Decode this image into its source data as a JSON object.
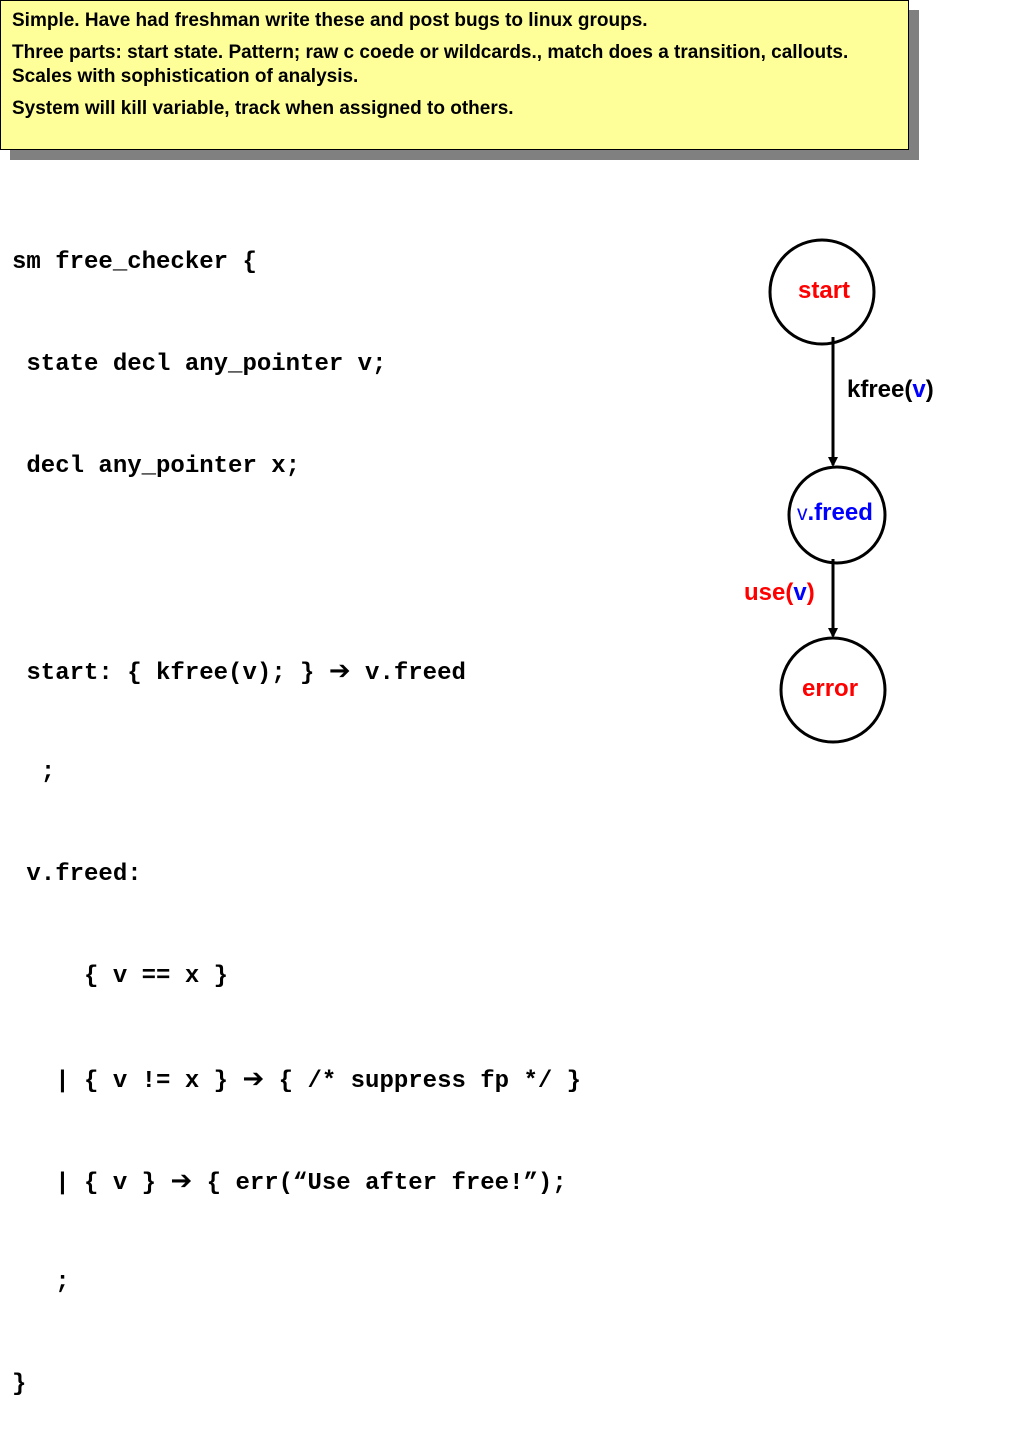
{
  "note": {
    "lines": [
      "Simple.  Have had freshman write these and post bugs to linux groups.",
      "Three parts: start state.  Pattern; raw c coede or wildcards., match does a transition, callouts.   Scales with sophistication of analysis.",
      "System will kill variable, track when assigned to others."
    ]
  },
  "code": {
    "line1": "sm free_checker {",
    "line2": " state decl any_pointer v;",
    "line3": " decl any_pointer x;",
    "line4_pre": " start: { kfree(v); } ",
    "line4_post": " v.freed",
    "line5": "  ;",
    "line6": " v.freed:",
    "line7": "     { v == x }",
    "line8_pre": "   | { v != x } ",
    "line8_post": " { /* suppress fp */ }",
    "line9_pre": "   | { v } ",
    "line9_post": " { err(“Use after free!”);",
    "line10": "   ;",
    "line11": "}",
    "arrow": "➔"
  },
  "diagram": {
    "states": {
      "start": "start",
      "freed_prefix": "v",
      "freed_rest": ".freed",
      "error": "error"
    },
    "edges": {
      "kfree_fn": "kfree(",
      "kfree_arg": "v",
      "kfree_close": ")",
      "use_fn": "use(",
      "use_arg": "v",
      "use_close": ")"
    }
  },
  "colors": {
    "note_bg": "#ffff99",
    "note_shadow": "#808080",
    "state_red": "#ff0000",
    "state_blue": "#0000ff"
  }
}
